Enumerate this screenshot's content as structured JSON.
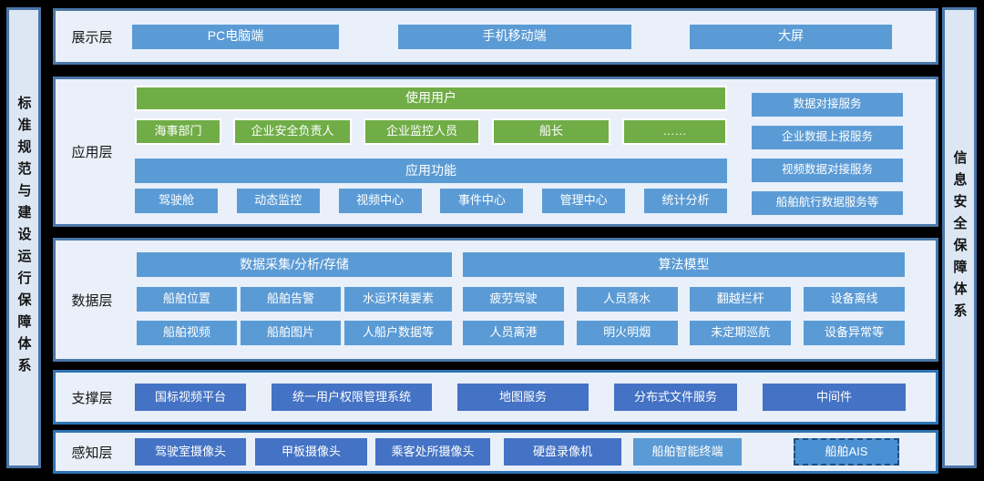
{
  "sidebar_left": {
    "text": "标准规范与建设运行保障体系"
  },
  "sidebar_right": {
    "text": "信息安全保障体系"
  },
  "presentation": {
    "label": "展示层",
    "items": [
      "PC电脑端",
      "手机移动端",
      "大屏"
    ]
  },
  "application": {
    "label": "应用层",
    "user_header": "使用用户",
    "users": [
      "海事部门",
      "企业安全负责人",
      "企业监控人员",
      "船长",
      "……"
    ],
    "function_header": "应用功能",
    "functions": [
      "驾驶舱",
      "动态监控",
      "视频中心",
      "事件中心",
      "管理中心",
      "统计分析"
    ],
    "services": [
      "数据对接服务",
      "企业数据上报服务",
      "视频数据对接服务",
      "船舶航行数据服务等"
    ]
  },
  "data_layer": {
    "label": "数据层",
    "collect_header": "数据采集/分析/存储",
    "collect_items": [
      "船舶位置",
      "船舶告警",
      "水运环境要素",
      "船舶视频",
      "船舶图片",
      "人船户数据等"
    ],
    "algo_header": "算法模型",
    "algo_items": [
      "疲劳驾驶",
      "人员落水",
      "翻越栏杆",
      "设备离线",
      "人员离港",
      "明火明烟",
      "未定期巡航",
      "设备异常等"
    ]
  },
  "support": {
    "label": "支撑层",
    "items": [
      "国标视频平台",
      "统一用户权限管理系统",
      "地图服务",
      "分布式文件服务",
      "中间件"
    ]
  },
  "perception": {
    "label": "感知层",
    "items": [
      "驾驶室摄像头",
      "甲板摄像头",
      "乘客处所摄像头",
      "硬盘录像机",
      "船舶智能终端",
      "船舶AIS"
    ]
  },
  "colors": {
    "button_blue": "#5b9bd5",
    "button_green": "#70ad47",
    "button_indigo": "#4472c4",
    "panel_bg": "#e9f0f9",
    "panel_border": "#4a76a8",
    "panel_border_bright": "#2e74b5"
  }
}
